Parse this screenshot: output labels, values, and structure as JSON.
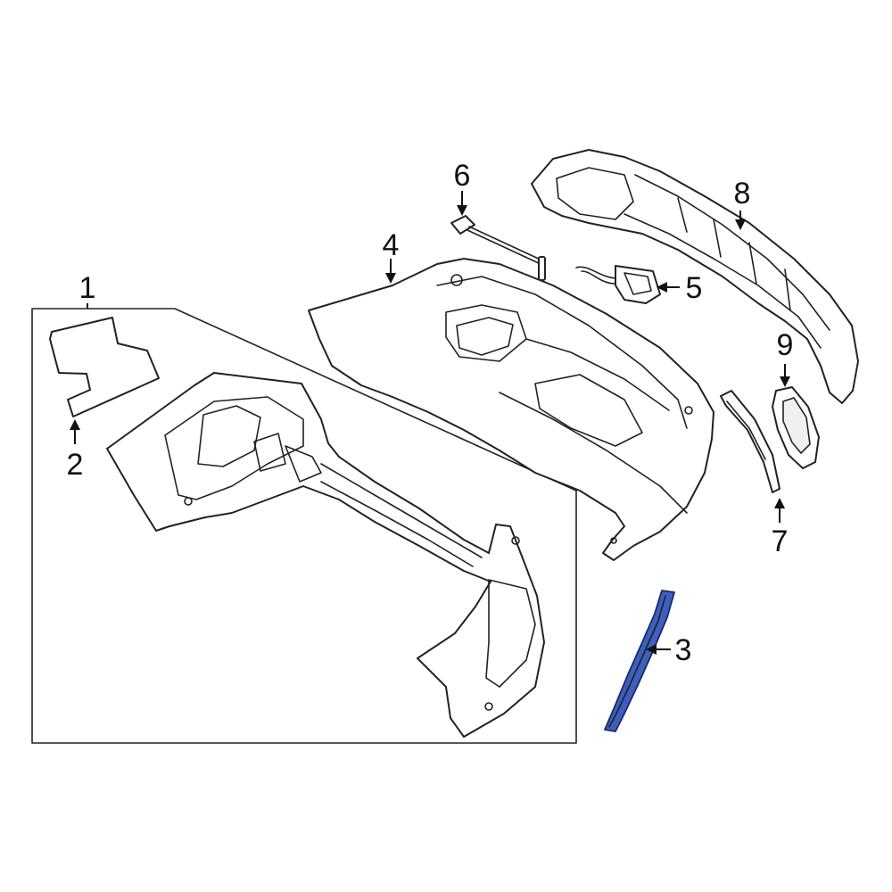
{
  "diagram": {
    "highlight_color": "#3f5fbf",
    "callouts": {
      "c1": "1",
      "c2": "2",
      "c3": "3",
      "c4": "4",
      "c5": "5",
      "c6": "6",
      "c7": "7",
      "c8": "8",
      "c9": "9"
    },
    "highlighted_part": "3"
  }
}
